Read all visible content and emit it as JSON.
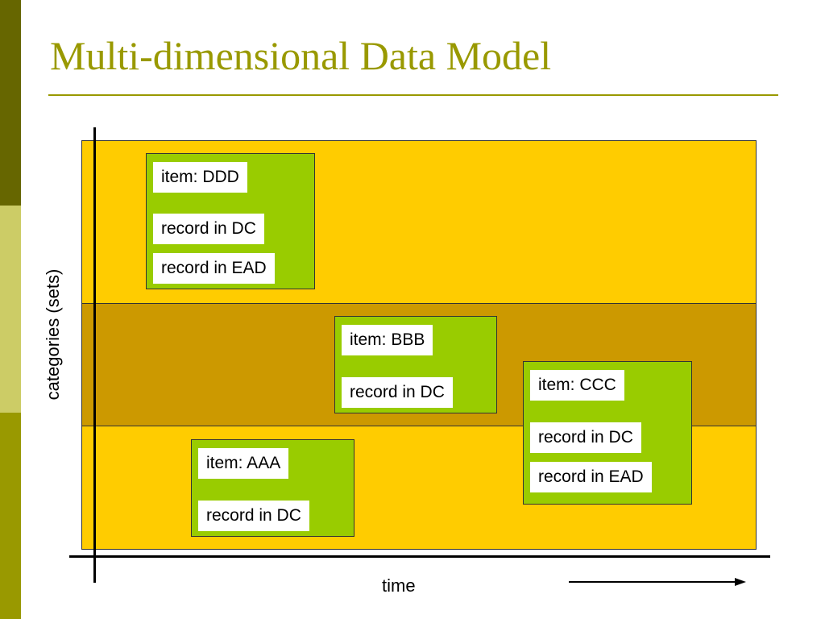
{
  "slide": {
    "title": "Multi-dimensional Data Model"
  },
  "diagram": {
    "y_axis_label": "categories (sets)",
    "x_axis_label": "time",
    "items": {
      "ddd": {
        "name": "item: DDD",
        "records": [
          "record in DC",
          "record in EAD"
        ]
      },
      "bbb": {
        "name": "item: BBB",
        "records": [
          "record in DC"
        ]
      },
      "ccc": {
        "name": "item: CCC",
        "records": [
          "record in DC",
          "record in EAD"
        ]
      },
      "aaa": {
        "name": "item: AAA",
        "records": [
          "record in DC"
        ]
      }
    }
  },
  "colors": {
    "accent": "#999900",
    "band_light": "#ffcc00",
    "band_dark": "#cc9900",
    "item_green": "#99cc00"
  }
}
